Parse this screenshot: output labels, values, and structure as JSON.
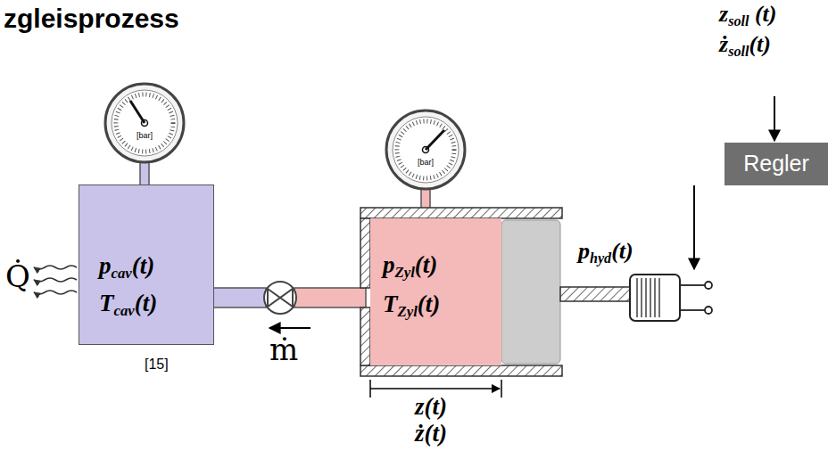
{
  "diagram": {
    "title": "zgleisprozess",
    "nodes": [
      {
        "text": [
          "pcav(t)",
          "Tcav(t)"
        ]
      },
      {
        "text": [
          "pZyl(t)",
          "TZyl(t)"
        ]
      },
      {
        "text": [
          "Regler"
        ]
      }
    ],
    "labels": [
      "[bar]",
      "[bar]",
      "Q̇",
      "ṁ",
      "z(t)",
      "ż(t)",
      "[15]",
      "zsoll (t)",
      "żsoll(t)",
      "phyd(t)"
    ]
  }
}
